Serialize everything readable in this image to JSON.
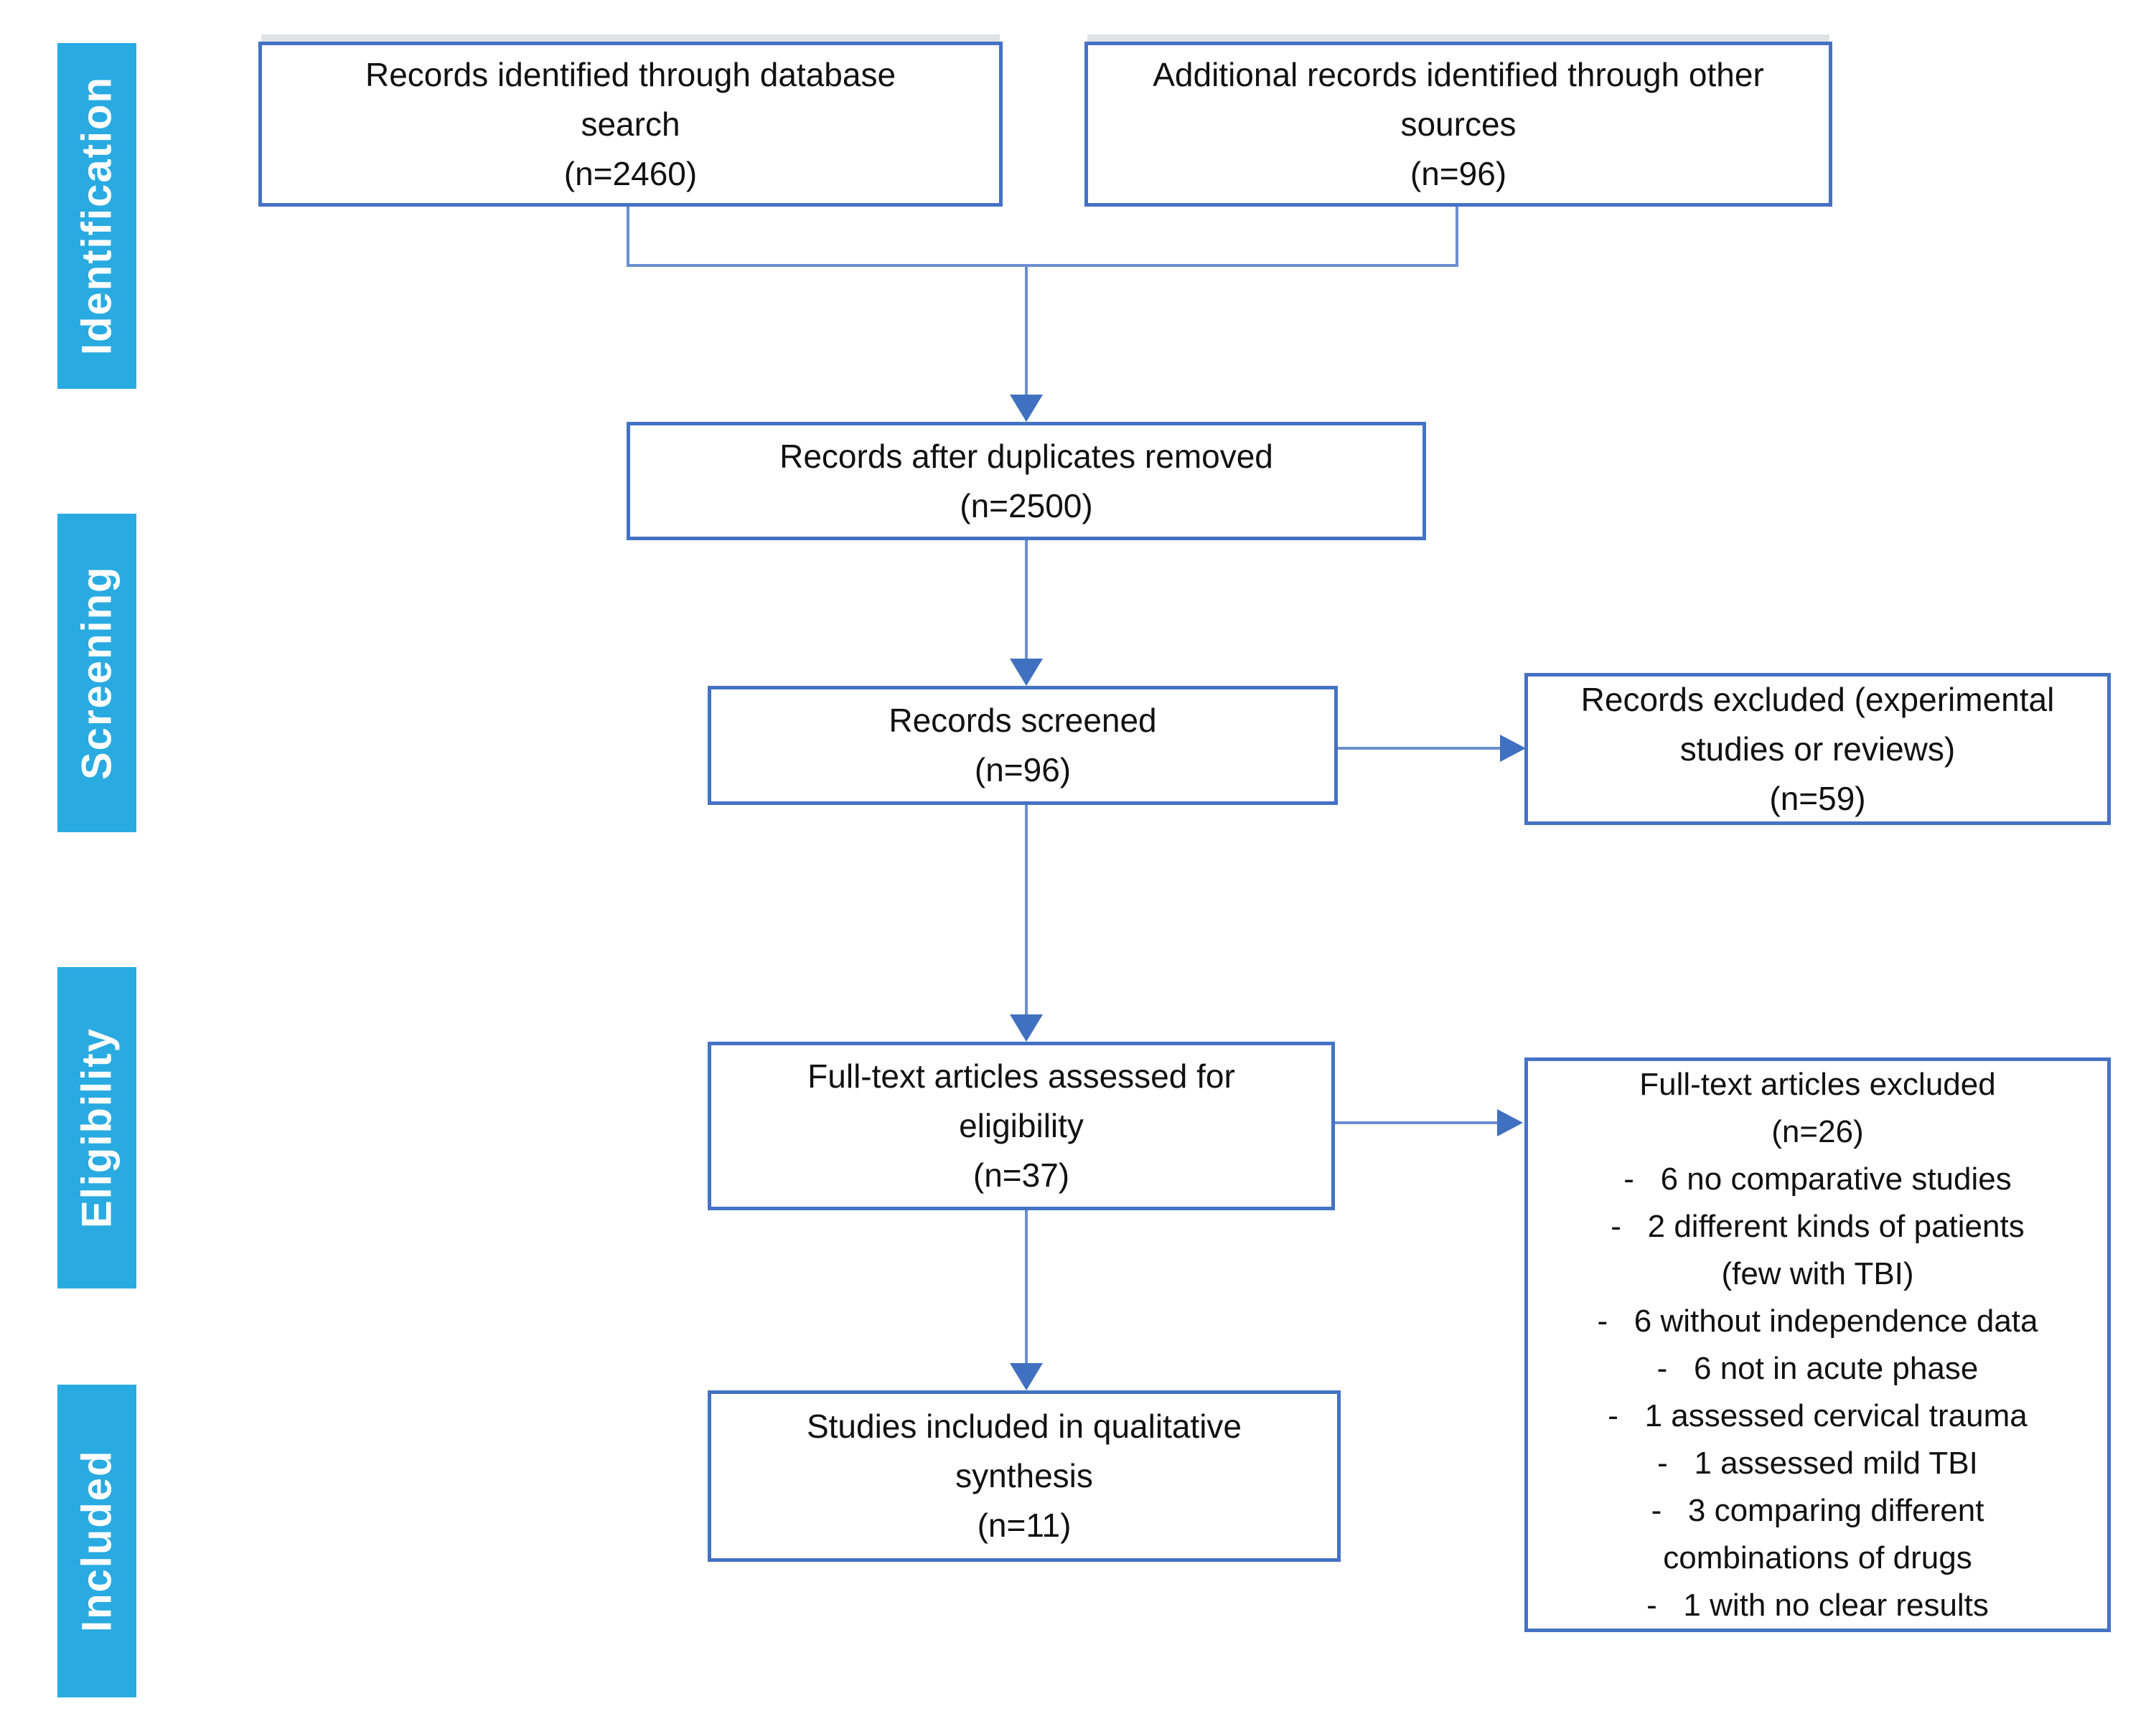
{
  "colors": {
    "label_bg": "#29ABE2",
    "label_text": "#FFFFFF",
    "box_border": "#4472C4",
    "box_bg": "#FFFFFF",
    "box_text": "#111111",
    "connector": "#6B8FD1",
    "arrowhead": "#4070C0",
    "background": "#FFFFFF"
  },
  "stages": [
    {
      "label": "Identification"
    },
    {
      "label": "Screening"
    },
    {
      "label": "Eligibility"
    },
    {
      "label": "Included"
    }
  ],
  "nodes": {
    "db_search": {
      "lines": [
        "Records identified through database",
        "search",
        "(n=2460)"
      ]
    },
    "other_sources": {
      "lines": [
        "Additional records identified through other",
        "sources",
        "(n=96)"
      ]
    },
    "duplicates_removed": {
      "lines": [
        "Records after duplicates removed",
        "(n=2500)"
      ]
    },
    "screened": {
      "lines": [
        "Records screened",
        "(n=96)"
      ]
    },
    "excluded_screening": {
      "lines": [
        "Records excluded (experimental",
        "studies or reviews)",
        "(n=59)"
      ]
    },
    "fulltext_assessed": {
      "lines": [
        "Full-text articles assessed for",
        "eligibility",
        "(n=37)"
      ]
    },
    "fulltext_excluded": {
      "lines": [
        "Full-text articles excluded",
        "(n=26)",
        "-   6 no comparative studies",
        "-   2 different kinds of patients",
        "(few with TBI)",
        "-   6 without independence data",
        "-   6 not in acute phase",
        "-   1 assessed cervical trauma",
        "-   1 assessed mild TBI",
        "-   3 comparing different",
        "combinations of drugs",
        "-   1 with no clear results"
      ]
    },
    "included_synthesis": {
      "lines": [
        "Studies included in qualitative",
        "synthesis",
        "(n=11)"
      ]
    }
  }
}
